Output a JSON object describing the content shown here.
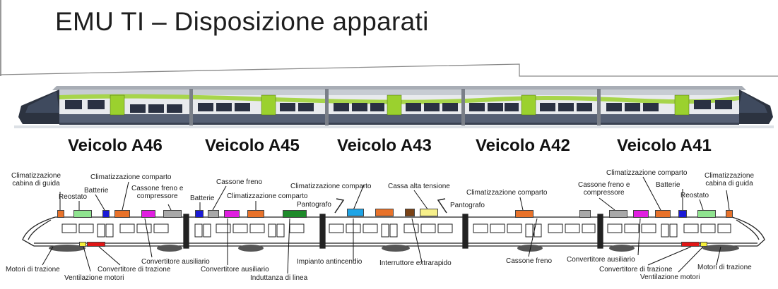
{
  "title": "EMU TI – Disposizione apparati",
  "vehicles": [
    "Veicolo A46",
    "Veicolo A45",
    "Veicolo A43",
    "Veicolo A42",
    "Veicolo A41"
  ],
  "labels": {
    "clim_cabina_l": "Climatizzazione\ncabina di guida",
    "reostato_l": "Reostato",
    "batterie_l": "Batterie",
    "clim_comparto_1": "Climatizzazione comparto",
    "cassone_freno_comp_l": "Cassone freno e\ncompressore",
    "batterie_2": "Batterie",
    "cassone_freno_2": "Cassone freno",
    "clim_comparto_2": "Climatizzazione comparto",
    "pantografo_l": "Pantografo",
    "clim_comparto_3": "Climatizzazione comparto",
    "cassa_alta_tensione": "Cassa alta tensione",
    "pantografo_r": "Pantografo",
    "clim_comparto_4": "Climatizzazione comparto",
    "cassone_freno_comp_r": "Cassone freno e\ncompressore",
    "clim_comparto_5": "Climatizzazione comparto",
    "batterie_r": "Batterie",
    "reostato_r": "Reostato",
    "clim_cabina_r": "Climatizzazione\ncabina di guida",
    "motori_trazione_l": "Motori di trazione",
    "ventilazione_motori_l": "Ventilazione motori",
    "convertitore_trazione_l": "Convertitore di trazione",
    "convertitore_ausiliario_1": "Convertitore ausiliario",
    "convertitore_ausiliario_2": "Convertitore ausiliario",
    "induttanza_linea": "Induttanza di linea",
    "impianto_antincendio": "Impianto antincendio",
    "interruttore_extrarapido": "Interruttore extrarapido",
    "cassone_freno_3": "Cassone freno",
    "convertitore_ausiliario_r": "Convertitore ausiliario",
    "convertitore_trazione_r": "Convertitore di trazione",
    "ventilazione_motori_r": "Ventilazione motori",
    "motori_trazione_r": "Motori di trazione"
  },
  "colors": {
    "clim_cabina": "#e8722a",
    "reostato": "#8fe38f",
    "batterie": "#1a1ad6",
    "clim_comparto": "#e8722a",
    "cassone_freno": "#a8a8a8",
    "convertitore_ausiliario": "#e01ee0",
    "induttanza": "#1e8a2a",
    "antincendio": "#1ea4e6",
    "interruttore": "#7a4216",
    "alta_tensione": "#f7f08a",
    "convertitore_trazione": "#e01616",
    "ventilazione": "#f4ee3a",
    "train_green": "#9bd12e",
    "train_body": "#e8eaed"
  }
}
